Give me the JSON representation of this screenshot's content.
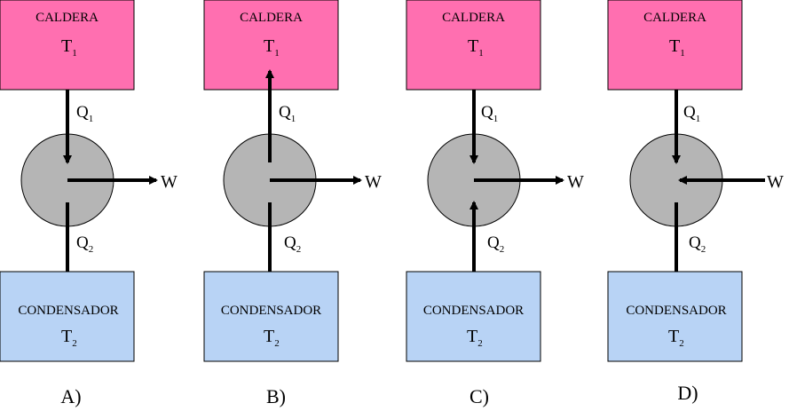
{
  "colors": {
    "caldera_fill": "#ff6fb0",
    "condensador_fill": "#b8d3f5",
    "circle_fill": "#b5b5b5",
    "stroke": "#000000"
  },
  "labels": {
    "caldera": "CALDERA",
    "condensador": "CONDENSADOR",
    "t_letter": "T",
    "q_letter": "Q",
    "w": "W",
    "sub1": "1",
    "sub2": "2"
  },
  "panels": [
    {
      "caption": "A)",
      "q1_direction": "down",
      "q2_direction": "down",
      "w_direction": "out"
    },
    {
      "caption": "B)",
      "q1_direction": "up",
      "q2_direction": "down",
      "w_direction": "out"
    },
    {
      "caption": "C)",
      "q1_direction": "down",
      "q2_direction": "up",
      "w_direction": "out"
    },
    {
      "caption": "D)",
      "q1_direction": "down",
      "q2_direction": "down",
      "w_direction": "in"
    }
  ]
}
